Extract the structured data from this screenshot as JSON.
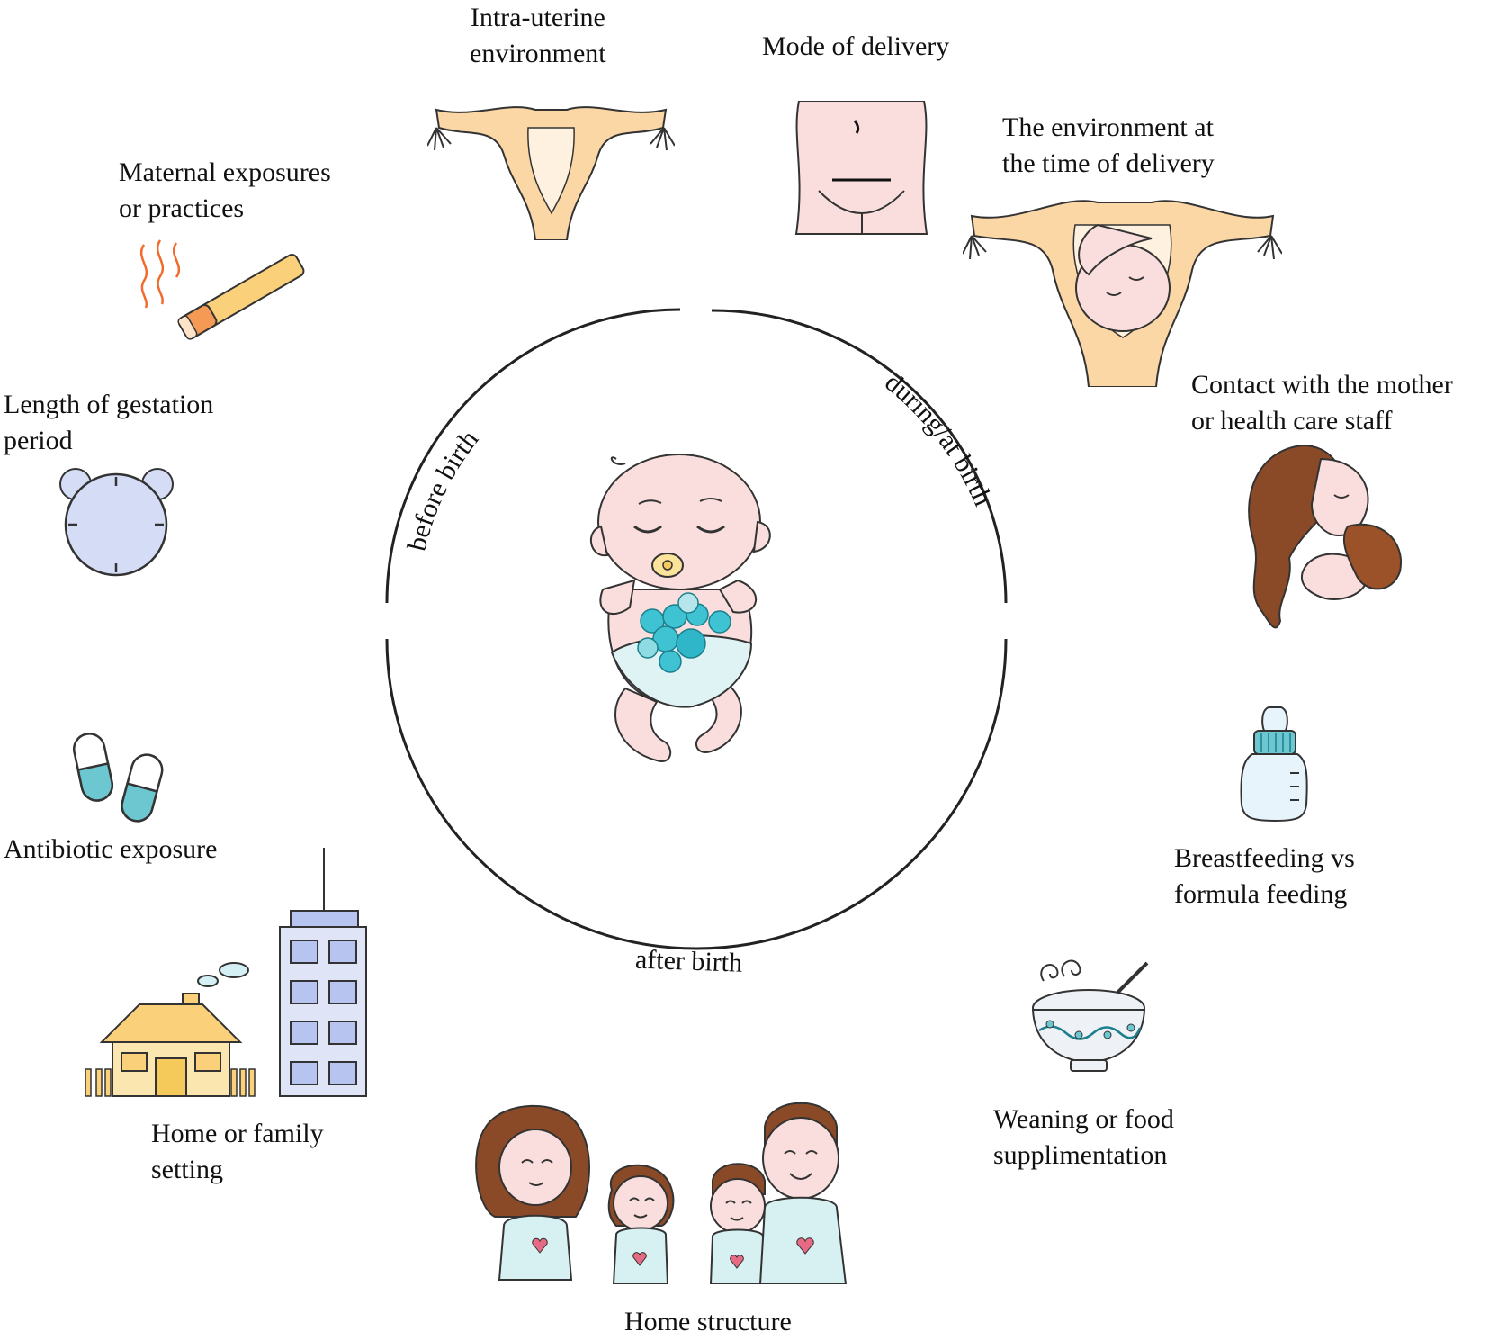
{
  "center": {
    "phases": {
      "before": "before birth",
      "during": "during/at birth",
      "after": "after birth"
    }
  },
  "factors": {
    "intra_uterine": [
      "Intra-uterine",
      "environment"
    ],
    "mode_of_delivery": [
      "Mode of delivery"
    ],
    "delivery_environment": [
      "The environment at",
      "the time of  delivery"
    ],
    "maternal_exposures": [
      "Maternal exposures",
      "or practices"
    ],
    "gestation_length": [
      "Length of gestation",
      "period"
    ],
    "contact": [
      "Contact with the mother",
      "or health care staff"
    ],
    "antibiotic": [
      "Antibiotic exposure"
    ],
    "feeding": [
      "Breastfeeding vs",
      "formula feeding"
    ],
    "home_setting": [
      "Home or family",
      "setting"
    ],
    "weaning": [
      "Weaning or food",
      "supplimentation"
    ],
    "home_structure": [
      "Home structure"
    ]
  },
  "icons": {
    "uterus": "uterus-icon",
    "abdomen": "abdomen-icon",
    "fetus": "fetus-in-uterus-icon",
    "cigarette": "cigarette-icon",
    "clock": "alarm-clock-icon",
    "mother": "mother-kissing-baby-icon",
    "pills": "capsule-pills-icon",
    "bottle": "baby-bottle-icon",
    "house": "house-icon",
    "building": "apartment-building-icon",
    "bowl": "food-bowl-icon",
    "family": "family-icon",
    "baby": "baby-with-microbes-icon"
  },
  "colors": {
    "skin": "#f9dedd",
    "uterus": "#fbd7a6",
    "microbe": "#3fc3d3",
    "hair": "#8a4a28",
    "line": "#222222"
  }
}
